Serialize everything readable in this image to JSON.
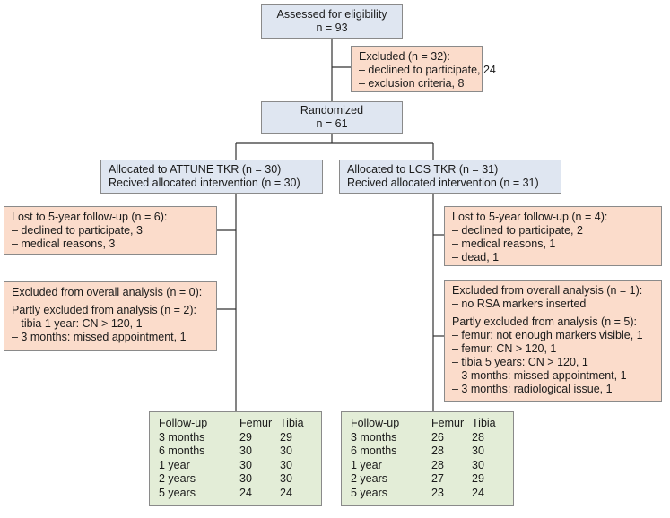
{
  "assessed": {
    "title": "Assessed for eligibility",
    "n": "n = 93"
  },
  "excluded": {
    "title": "Excluded (n = 32):",
    "items": [
      "– declined to participate, 24",
      "– exclusion criteria, 8"
    ]
  },
  "randomized": {
    "title": "Randomized",
    "n": "n = 61"
  },
  "left": {
    "allocated": "Allocated to ATTUNE TKR (n = 30)",
    "received": "Recived allocated intervention  (n = 30)",
    "lost": {
      "title": "Lost to 5-year follow-up (n = 6):",
      "items": [
        "– declined to participate, 3",
        "– medical reasons, 3"
      ]
    },
    "analysis": {
      "overall": "Excluded from overall analysis (n = 0):",
      "partly": "Partly excluded from analysis (n = 2):",
      "items": [
        "– tibia 1 year: CN > 120, 1",
        "– 3 months: missed appointment, 1"
      ]
    },
    "followup": {
      "headers": [
        "Follow-up",
        "Femur",
        "Tibia"
      ],
      "rows": [
        [
          "3 months",
          "29",
          "29"
        ],
        [
          "6 months",
          "30",
          "30"
        ],
        [
          "1 year",
          "30",
          "30"
        ],
        [
          "2 years",
          "30",
          "30"
        ],
        [
          "5 years",
          "24",
          "24"
        ]
      ]
    }
  },
  "right": {
    "allocated": "Allocated to LCS TKR (n = 31)",
    "received": "Recived allocated intervention  (n = 31)",
    "lost": {
      "title": "Lost to 5-year follow-up (n = 4):",
      "items": [
        "– declined to participate, 2",
        "– medical reasons, 1",
        "– dead, 1"
      ]
    },
    "analysis": {
      "overall": "Excluded from overall analysis (n = 1):",
      "overall_items": [
        "– no RSA markers inserted"
      ],
      "partly": "Partly excluded from analysis (n = 5):",
      "items": [
        "– femur: not enough markers visible, 1",
        "– femur: CN > 120, 1",
        "– tibia 5 years: CN > 120, 1",
        "– 3 months: missed appointment, 1",
        "– 3 months: radiological issue, 1"
      ]
    },
    "followup": {
      "headers": [
        "Follow-up",
        "Femur",
        "Tibia"
      ],
      "rows": [
        [
          "3 months",
          "26",
          "28"
        ],
        [
          "6 months",
          "28",
          "30"
        ],
        [
          "1 year",
          "28",
          "30"
        ],
        [
          "2 years",
          "27",
          "29"
        ],
        [
          "5 years",
          "23",
          "24"
        ]
      ]
    }
  },
  "colors": {
    "blue": "#dfe6f1",
    "peach": "#fbdccb",
    "green": "#e3edd7",
    "line": "#333333"
  }
}
